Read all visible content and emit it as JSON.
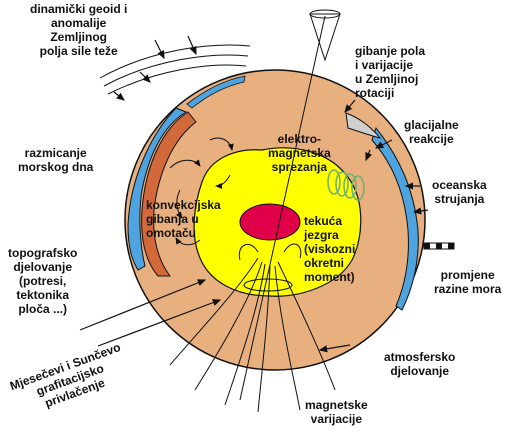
{
  "labels": {
    "geoid": "dinamički geoid i\nanomalije\nZemljinog\npolja sile teže",
    "pole": "gibanje pola\ni varijacije\nu Zemljinoj\nrotaciji",
    "seafloor": "razmicanje\nmorskog dna",
    "em_coupling": "elektro-\nmagnetska\nsprezanja",
    "glacial": "glacijalne\nreakcije",
    "convection": "konvekcijska\ngibanja u\nomotaču",
    "ocean": "oceanska\nstrujanja",
    "core": "tekuća\njezgra\n(viskozni\nokretni\nmoment)",
    "topo": "topografsko\ndjelovanje\n(potresi,\ntektonika\nploča ...)",
    "sealevel": "promjene\nrazine mora",
    "atmo": "atmosfersko\ndjelovanje",
    "tidal": "Mjesečevi i Sunčevo\ngrafitacijsko\nprivlačenje",
    "magvar": "magnetske\nvarijacije"
  },
  "colors": {
    "mantle": "#E8B07E",
    "outer_core": "#FFFF00",
    "inner_core": "#E0004A",
    "slab": "#D2693A",
    "ocean": "#4FA3DE",
    "ice": "#D0D0D0",
    "coil": "#6FAF6F"
  }
}
